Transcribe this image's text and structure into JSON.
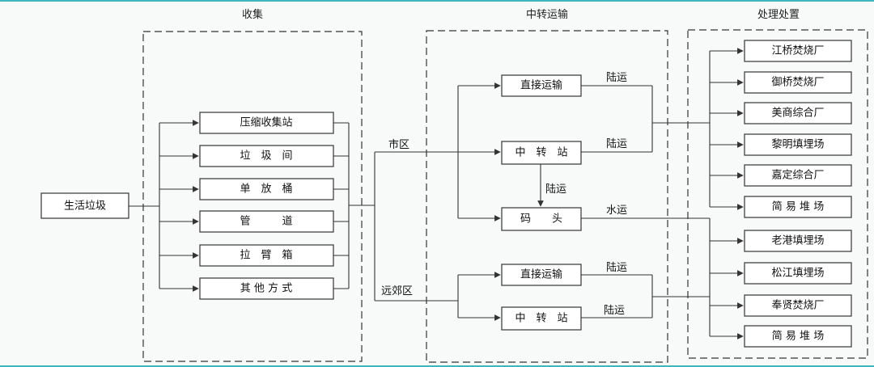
{
  "sections": {
    "collect": "收集",
    "transfer": "中转运输",
    "disposal": "处理处置"
  },
  "source": "生活垃圾",
  "collect_items": [
    "压缩收集站",
    "垃　圾　间",
    "单　放　桶",
    "管　　　道",
    "拉　臂　箱",
    "其 他 方 式"
  ],
  "branches": {
    "urban": "市区",
    "suburb": "远郊区"
  },
  "transfer_items": {
    "urban_direct": "直接运输",
    "urban_station": "中　转　站",
    "dock": "码　　头",
    "suburb_direct": "直接运输",
    "suburb_station": "中　转　站"
  },
  "modes": {
    "urban_direct": "陆运",
    "urban_station": "陆运",
    "station_to_dock": "陆运",
    "dock": "水运",
    "suburb_direct": "陆运",
    "suburb_station": "陆运"
  },
  "disposal_items": [
    "江桥焚烧厂",
    "御桥焚烧厂",
    "美商综合厂",
    "黎明填埋场",
    "嘉定综合厂",
    "简 易 堆 场",
    "老港填埋场",
    "松江填埋场",
    "奉贤焚烧厂",
    "简 易 堆 场"
  ]
}
